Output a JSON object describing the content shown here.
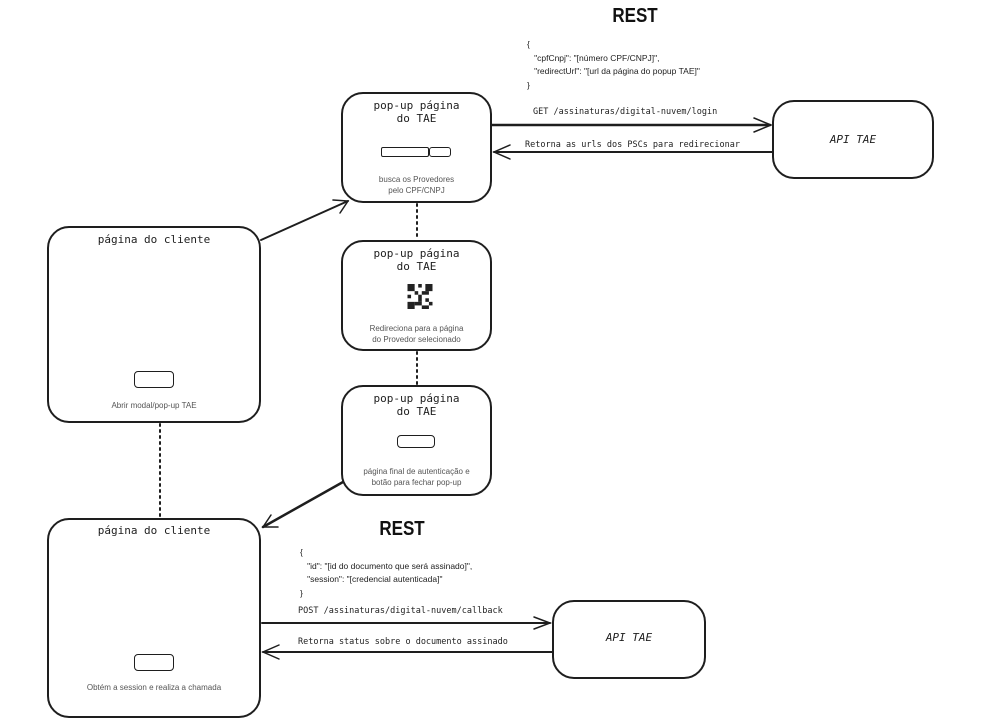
{
  "top_section": {
    "rest_title": "REST",
    "json_lines": [
      "{",
      "   \"cpfCnpj\": \"[número CPF/CNPJ]\",",
      "   \"redirectUrl\": \"[url da página do popup TAE]\"",
      "}"
    ],
    "request_label": "GET /assinaturas/digital-nuvem/login",
    "response_label": "Retorna as urls dos PSCs para redirecionar",
    "api_label": "API TAE"
  },
  "popup1": {
    "title": "pop-up página\ndo TAE",
    "description": "busca os Provedores\npelo CPF/CNPJ"
  },
  "popup2": {
    "title": "pop-up página\ndo TAE",
    "description": "Redireciona para a página\ndo Provedor selecionado"
  },
  "popup3": {
    "title": "pop-up página\ndo TAE",
    "description": "página final de autenticação e\nbotão para fechar pop-up"
  },
  "client1": {
    "title": "página do cliente",
    "description": "Abrir modal/pop-up TAE"
  },
  "client2": {
    "title": "página do cliente",
    "description": "Obtém a session e realiza a chamada"
  },
  "bottom_section": {
    "rest_title": "REST",
    "json_lines": [
      "{",
      "   \"id\": \"[id do documento que será assinado]\",",
      "   \"session\": \"[credencial autenticada]\"",
      "}"
    ],
    "request_label": "POST /assinaturas/digital-nuvem/callback",
    "response_label": "Retorna status sobre o documento assinado",
    "api_label": "API TAE"
  }
}
